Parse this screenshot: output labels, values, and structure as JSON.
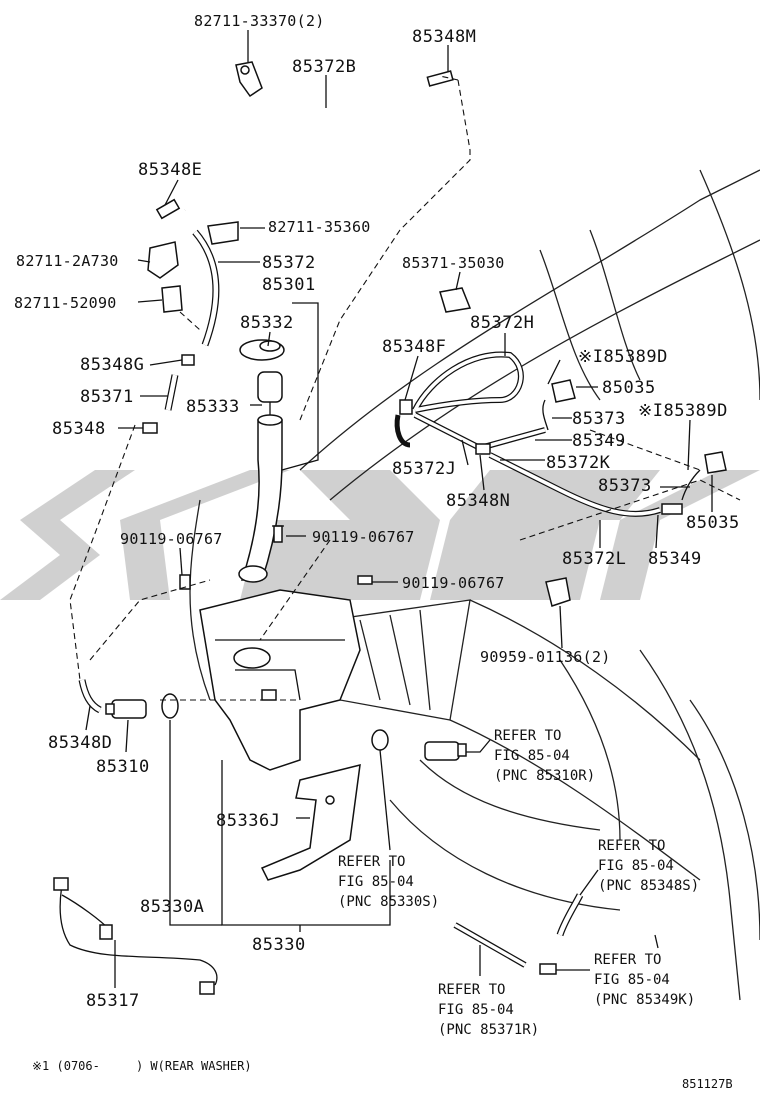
{
  "parts": {
    "p_82711_33370": "82711-33370(2)",
    "p_85348M": "85348M",
    "p_85372B": "85372B",
    "p_85348E": "85348E",
    "p_82711_35360": "82711-35360",
    "p_82711_2A730": "82711-2A730",
    "p_85372": "85372",
    "p_85301": "85301",
    "p_82711_52090": "82711-52090",
    "p_85332": "85332",
    "p_85348G": "85348G",
    "p_85371": "85371",
    "p_85333": "85333",
    "p_85348": "85348",
    "p_85371_35030": "85371-35030",
    "p_85372H": "85372H",
    "p_85348F": "85348F",
    "p_85389D_a": "※I85389D",
    "p_85035_a": "85035",
    "p_85373_a": "85373",
    "p_85389D_b": "※I85389D",
    "p_85349_a": "85349",
    "p_85372J": "85372J",
    "p_85372K": "85372K",
    "p_85348N": "85348N",
    "p_85373_b": "85373",
    "p_85035_b": "85035",
    "p_90119_a": "90119-06767",
    "p_90119_b": "90119-06767",
    "p_85372L": "85372L",
    "p_85349_b": "85349",
    "p_90119_c": "90119-06767",
    "p_90959": "90959-01136(2)",
    "p_85348D": "85348D",
    "p_85310": "85310",
    "p_85336J": "85336J",
    "p_85330A": "85330A",
    "p_85330": "85330",
    "p_85317": "85317"
  },
  "refs": {
    "r1": [
      "REFER TO",
      "FIG 85-04",
      "(PNC 85310R)"
    ],
    "r2": [
      "REFER TO",
      "FIG 85-04",
      "(PNC 85330S)"
    ],
    "r3": [
      "REFER TO",
      "FIG 85-04",
      "(PNC 85348S)"
    ],
    "r4": [
      "REFER TO",
      "FIG 85-04",
      "(PNC 85349K)"
    ],
    "r5": [
      "REFER TO",
      "FIG 85-04",
      "(PNC 85371R)"
    ]
  },
  "footnote": "※1 (0706-     ) W(REAR WASHER)",
  "figure_code": "851127B"
}
